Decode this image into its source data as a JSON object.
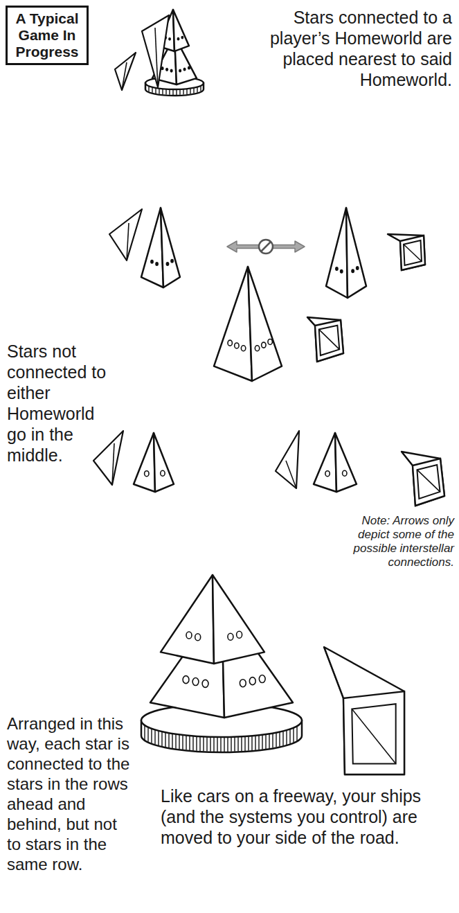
{
  "diagram": {
    "nodes": [
      {
        "text": [
          "A Typical Game In Progress"
        ]
      }
    ],
    "labels": [
      "Stars connected to a player’s Homeworld are placed nearest to said Homeworld.",
      "Stars not connected to either Homeworld go in the middle.",
      "Note: Arrows only depict some of the possible interstellar connections.",
      "Arranged in this way, each star is connected to the stars in the rows ahead and behind, but not to stars in the same row.",
      "Like cars on a freeway, your ships (and the systems you control) are moved to your side of the road."
    ]
  }
}
